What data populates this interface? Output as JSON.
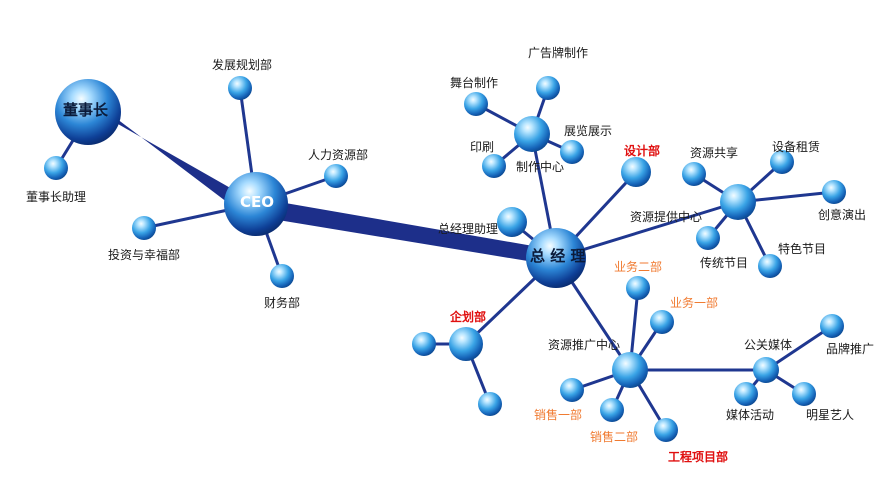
{
  "colors": {
    "accent_red": "#e01010",
    "accent_orange": "#f07a30",
    "line": "#1d2f8a",
    "sphere_light": "#cfeeff",
    "sphere_mid": "#2e9be0",
    "sphere_dark": "#0a3f8c"
  },
  "labels": {
    "chairman": "董事长",
    "chairman_assistant": "董事长助理",
    "ceo": "CEO",
    "development_planning": "发展规划部",
    "human_resources": "人力资源部",
    "investment": "投资与幸福部",
    "finance": "财务部",
    "general_manager": "总 经 理",
    "gm_assistant": "总经理助理",
    "production_center": "制作中心",
    "stage_production": "舞台制作",
    "billboard_production": "广告牌制作",
    "exhibition_display": "展览展示",
    "printing": "印刷",
    "design_dept": "设计部",
    "resource_supply_center": "资源提供中心",
    "resource_sharing": "资源共享",
    "equipment_leasing": "设备租赁",
    "creative_performance": "创意演出",
    "traditional_programs": "传统节目",
    "special_programs": "特色节目",
    "planning_dept": "企划部",
    "business_dept_2": "业务二部",
    "business_dept_1": "业务一部",
    "resource_promotion_center": "资源推广中心",
    "pr_media": "公关媒体",
    "brand_promotion": "品牌推广",
    "media_events": "媒体活动",
    "celebrity_artists": "明星艺人",
    "sales_dept_1": "销售一部",
    "sales_dept_2": "销售二部",
    "engineering_project_dept": "工程项目部"
  }
}
